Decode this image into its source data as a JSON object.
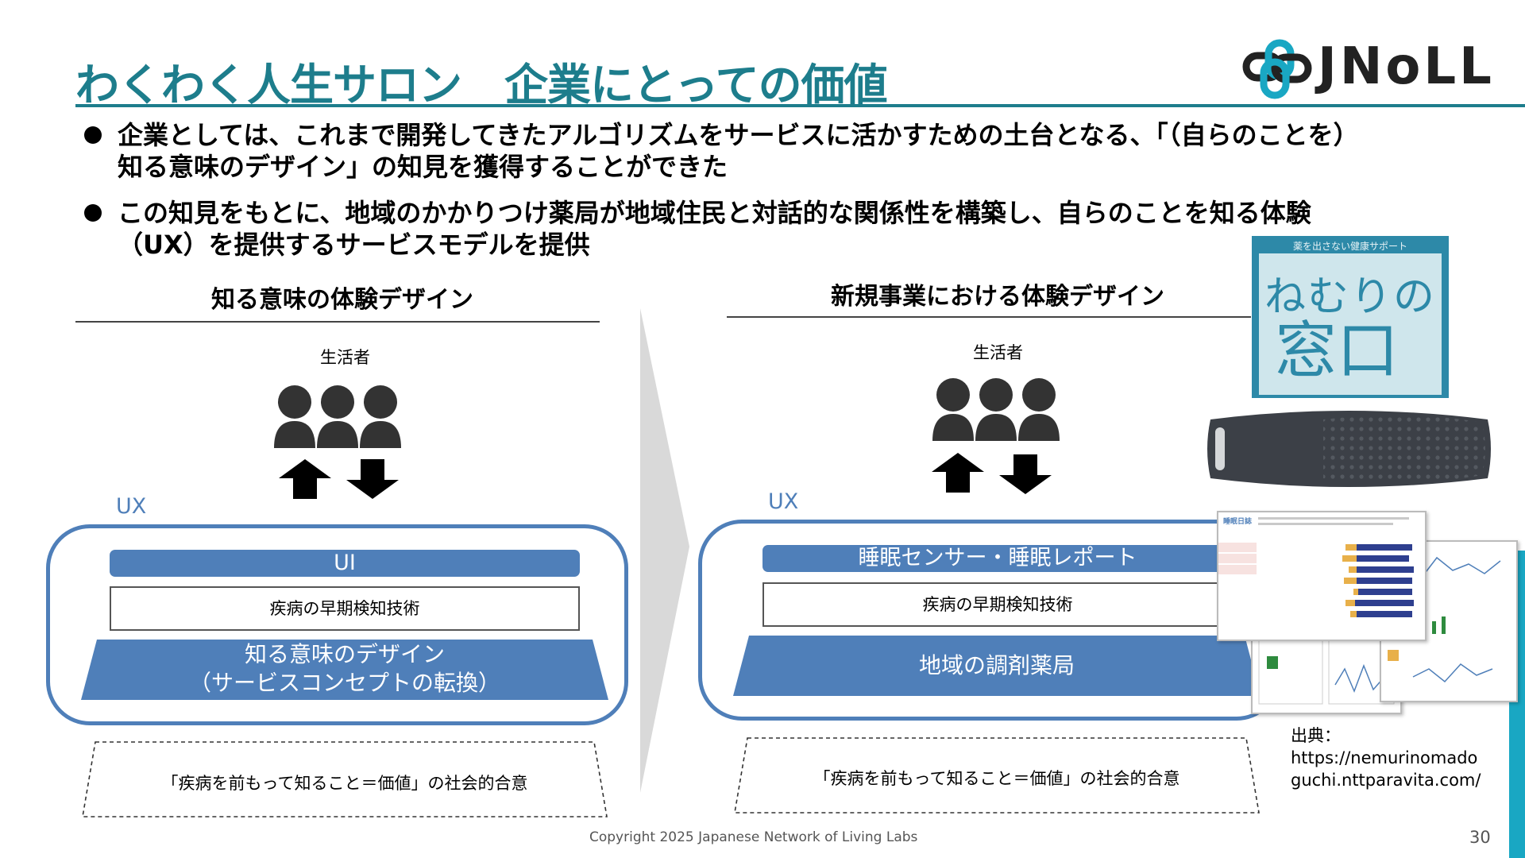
{
  "header": {
    "title": "わくわく人生サロン　企業にとっての価値",
    "logo_text": "JNoLL"
  },
  "bullets": [
    {
      "lines": [
        "企業としては、これまで開発してきたアルゴリズムをサービスに活かすための土台となる、「（自らのことを）",
        "知る意味のデザイン」の知見を獲得することができた"
      ]
    },
    {
      "lines": [
        "この知見をもとに、地域のかかりつけ薬局が地域住民と対話的な関係性を構築し、自らのことを知る体験",
        "（UX）を提供するサービスモデルを提供"
      ]
    }
  ],
  "left_panel": {
    "title": "知る意味の体験デザイン",
    "person_label": "生活者",
    "ux_label": "UX",
    "ui_bar": "UI",
    "tech_box": "疾病の早期検知技術",
    "base_lines": [
      "知る意味のデザイン",
      "（サービスコンセプトの転換）"
    ],
    "consensus": "「疾病を前もって知ること＝価値」の社会的合意"
  },
  "right_panel": {
    "title": "新規事業における体験デザイン",
    "person_label": "生活者",
    "ux_label": "UX",
    "ui_bar": "睡眠センサー・睡眠レポート",
    "tech_box": "疾病の早期検知技術",
    "base": "地域の調剤薬局",
    "consensus": "「疾病を前もって知ること＝価値」の社会的合意"
  },
  "app_image": {
    "tagline": "薬を出さない健康サポート",
    "name": "ねむりの",
    "name2": "窓口"
  },
  "report_image": {
    "title": "睡眠日誌"
  },
  "source": {
    "label": "出典：",
    "url_line1": "https://nemurinomado",
    "url_line2": "guchi.nttparavita.com/"
  },
  "footer": {
    "copyright": "Copyright 2025  Japanese Network of Living Labs",
    "page_number": "30"
  },
  "colors": {
    "title_teal": "#1d7d8c",
    "ux_blue": "#4f7fb9",
    "accent_cyan": "#19a7c3",
    "chevron_gray": "#d9d9d9"
  }
}
